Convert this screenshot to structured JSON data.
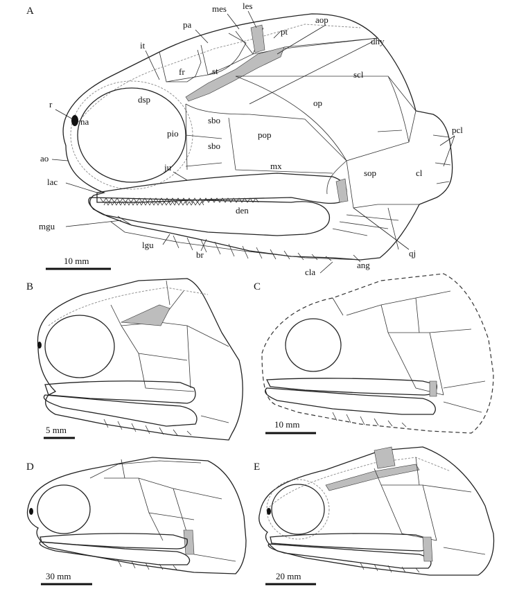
{
  "panels": {
    "A": {
      "letter": "A",
      "scale": "10 mm",
      "labels": {
        "mes": "mes",
        "les": "les",
        "pa": "pa",
        "pt": "pt",
        "aop": "aop",
        "it": "it",
        "dhy": "dhy",
        "fr": "fr",
        "st": "st",
        "scl": "scl",
        "r": "r",
        "dsp": "dsp",
        "op": "op",
        "na": "na",
        "sbo1": "sbo",
        "pio": "pio",
        "pop": "pop",
        "pcl": "pcl",
        "sbo2": "sbo",
        "ao": "ao",
        "ju": "ju",
        "mx": "mx",
        "sop": "sop",
        "cl": "cl",
        "lac": "lac",
        "den": "den",
        "mgu": "mgu",
        "lgu": "lgu",
        "br": "br",
        "qj": "qj",
        "ang": "ang",
        "cla": "cla"
      }
    },
    "B": {
      "letter": "B",
      "scale": "5 mm"
    },
    "C": {
      "letter": "C",
      "scale": "10 mm"
    },
    "D": {
      "letter": "D",
      "scale": "30 mm"
    },
    "E": {
      "letter": "E",
      "scale": "20 mm"
    }
  },
  "colors": {
    "ink": "#222222",
    "stipple": "#bdbdbd",
    "background": "#ffffff"
  }
}
